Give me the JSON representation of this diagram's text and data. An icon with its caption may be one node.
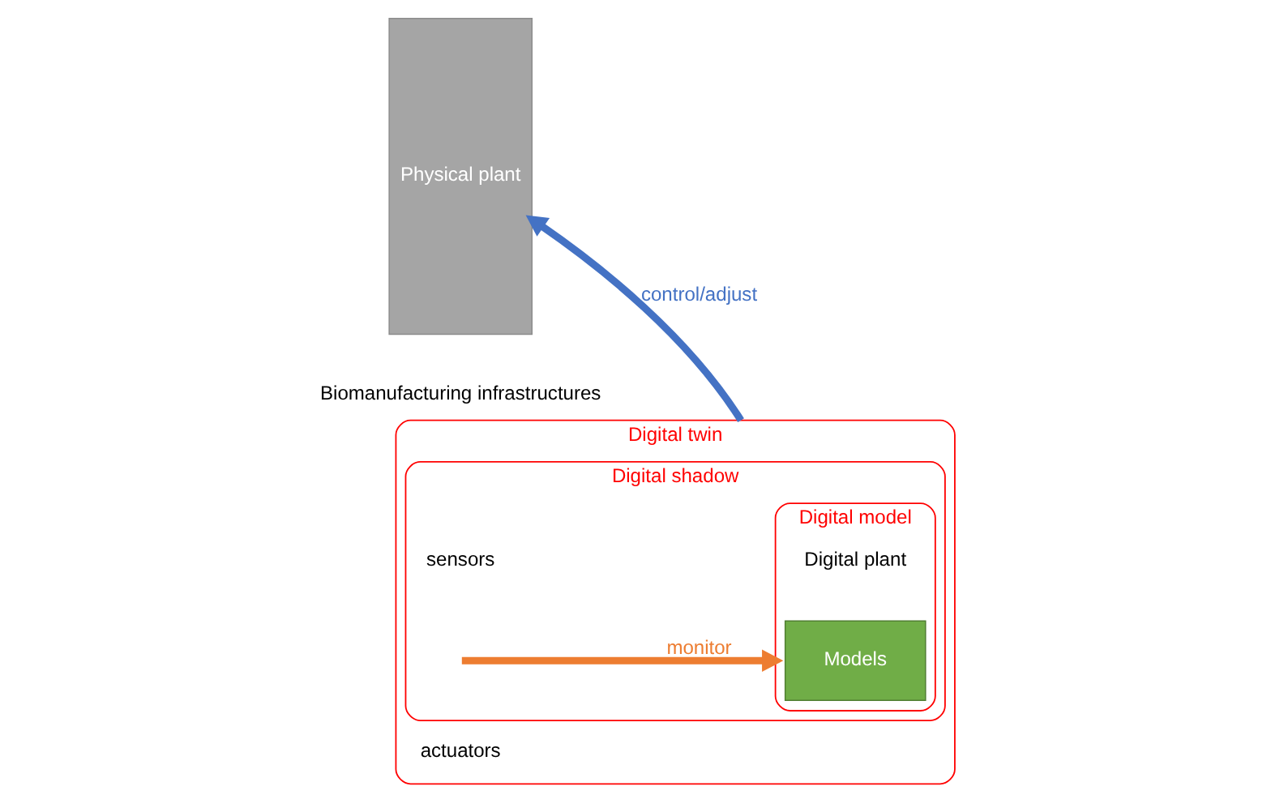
{
  "diagram": {
    "nodes": [
      {
        "text": [
          "Physical plant"
        ],
        "beside": [
          "Biomanufacturing infrastructures"
        ]
      },
      {
        "text": [
          "Digital twin"
        ]
      },
      {
        "text": [
          "Digital shadow"
        ],
        "in": 1
      },
      {
        "text": [
          "Digital model"
        ],
        "in": 2
      },
      {
        "text": [
          "Models"
        ],
        "in": 3,
        "beside": [
          "Digital plant"
        ]
      }
    ],
    "edges": [
      {
        "from": null,
        "to": 3,
        "arrow": "to",
        "label": "monitor",
        "color": "#ed7d31"
      },
      {
        "from": 1,
        "to": 0,
        "arrow": "to",
        "label": "control/adjust",
        "color": "#4472c4"
      }
    ],
    "labels": [
      "sensors",
      "actuators"
    ]
  }
}
